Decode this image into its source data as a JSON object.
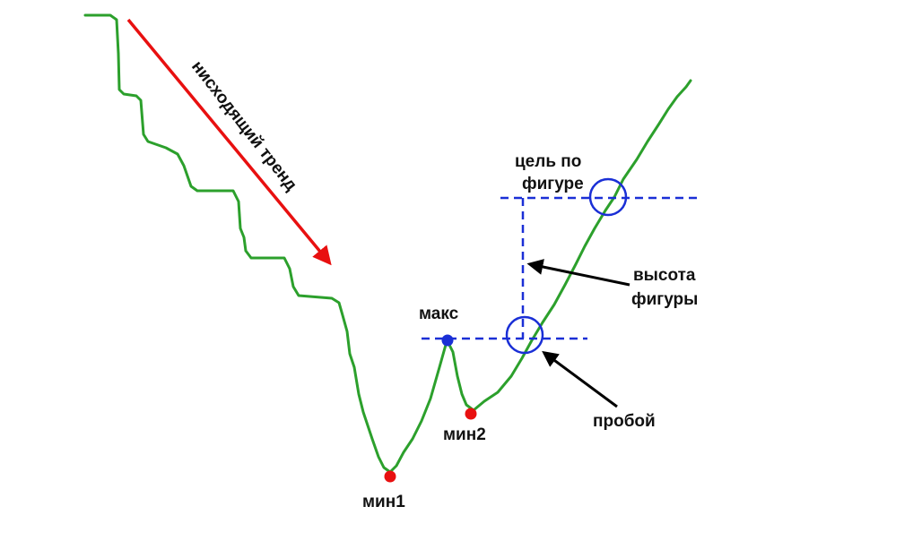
{
  "labels": {
    "trend": "нисходящий тренд",
    "max": "макс",
    "min1": "мин1",
    "min2": "мин2",
    "target_line1": "цель по",
    "target_line2": "фигуре",
    "height_line1": "высота",
    "height_line2": "фигуры",
    "breakout": "пробой"
  },
  "colors": {
    "price_line": "#2ca02c",
    "trend_arrow": "#e81010",
    "guides": "#1a2fd6",
    "min_points": "#e81010",
    "max_point": "#1a2fd6",
    "pointer_arrows": "#000000"
  }
}
